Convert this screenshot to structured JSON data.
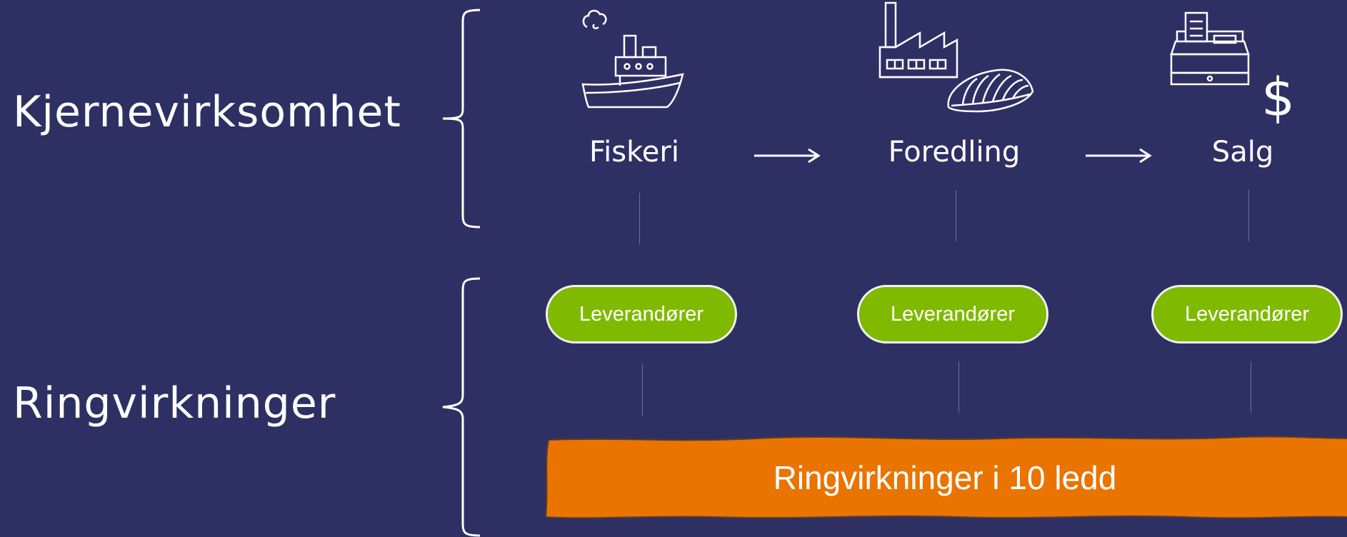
{
  "colors": {
    "background": "#2e3064",
    "text": "#ffffff",
    "supplier_fill": "#7fba00",
    "banner_fill": "#ea7400"
  },
  "sections": {
    "core": {
      "label": "Kjernevirksomhet"
    },
    "ripple": {
      "label": "Ringvirkninger"
    }
  },
  "value_chain": [
    {
      "label": "Fiskeri",
      "icon": "fishing-boat-icon"
    },
    {
      "label": "Foredling",
      "icon": "factory-fish-icon"
    },
    {
      "label": "Salg",
      "icon": "cash-register-dollar-icon"
    }
  ],
  "suppliers": [
    {
      "label": "Leverandører"
    },
    {
      "label": "Leverandører"
    },
    {
      "label": "Leverandører"
    }
  ],
  "banner": {
    "label": "Ringvirkninger i 10 ledd"
  }
}
